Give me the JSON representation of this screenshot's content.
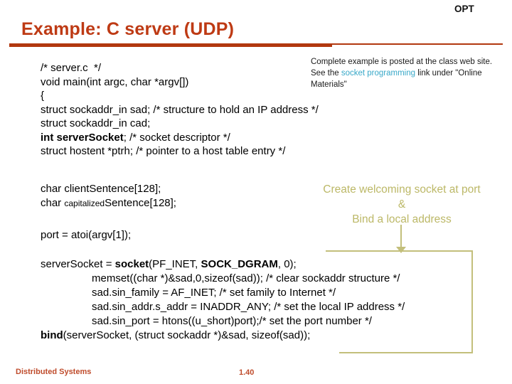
{
  "slide": {
    "corner_label": "OPT",
    "title": "Example: C server (UDP)",
    "footer": {
      "left": "Distributed Systems",
      "page": "1.40"
    }
  },
  "info_note": {
    "text_before": "Complete example is posted at the class web site. See the ",
    "link_text": "socket programming",
    "text_after": " link under \"Online Materials\""
  },
  "code1": {
    "l1": "/* server.c  */",
    "l2": "void main(int argc, char *argv[])",
    "l3": "{",
    "l4": "struct sockaddr_in sad; /* structure to hold an IP address */",
    "l5": "struct sockaddr_in cad;",
    "l6_bold": "int serverSocket",
    "l6_rest": "; /* socket descriptor */",
    "l7": "struct hostent *ptrh; /* pointer to a host table entry */"
  },
  "code2": {
    "l1": "char clientSentence[128];",
    "l2_pre": "char ",
    "l2_small": "capitalized",
    "l2_post": "Sentence[128];",
    "l3": "port = atoi(argv[1]);"
  },
  "code3": {
    "l1_pre": "serverSocket = ",
    "l1_bold1": "socket",
    "l1_mid": "(PF_INET, ",
    "l1_bold2": "SOCK_DGRAM",
    "l1_post": ", 0);",
    "l2": "memset((char *)&sad,0,sizeof(sad)); /* clear sockaddr structure */",
    "l3": "sad.sin_family = AF_INET; /* set family to Internet */",
    "l4": "sad.sin_addr.s_addr = INADDR_ANY; /* set the local IP address */",
    "l5": "sad.sin_port = htons((u_short)port);/* set the port number */",
    "l6_bold": "bind",
    "l6_rest": "(serverSocket, (struct sockaddr *)&sad, sizeof(sad));"
  },
  "annotation": {
    "line1": "Create welcoming socket at port",
    "line2": "&",
    "line3": "Bind a local address"
  },
  "colors": {
    "accent_red": "#be3a14",
    "underline_red": "#b2380f",
    "tan": "#c3bf7b",
    "link_cyan": "#38a8c8",
    "footer_red": "#bf4b2b"
  }
}
